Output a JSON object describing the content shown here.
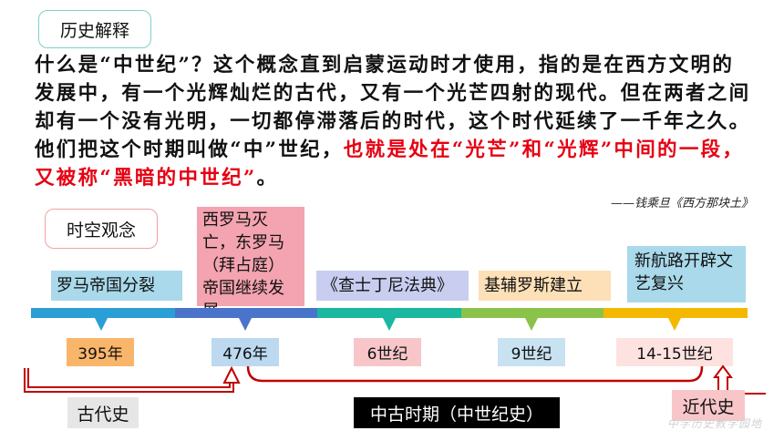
{
  "section_tags": {
    "history": "历史解释",
    "spacetime": "时空观念"
  },
  "paragraph": {
    "normal": "什么是“中世纪”？这个概念直到启蒙运动时才使用，指的是在西方文明的发展中，有一个光辉灿烂的古代，又有一个光芒四射的现代。但在两者之间却有一个没有光明，一切都停滞落后的时代，这个时代延续了一千年之久。他们把这个时期叫做“中”世纪，",
    "highlight": "也就是处在“光芒”和“光辉”中间的一段，又被称“黑暗的中世纪”",
    "ending": "。"
  },
  "quote": "——钱乘旦《西方那块土》",
  "events": [
    {
      "text": "罗马帝国分裂",
      "color": "#a9d9ea"
    },
    {
      "text": "西罗马灭亡，东罗马（拜占庭）帝国继续发展",
      "color": "#f4a3b0"
    },
    {
      "text": "《查士丁尼法典》",
      "color": "#c9cef0"
    },
    {
      "text": "基辅罗斯建立",
      "color": "#fde0b8"
    },
    {
      "text": "新航路开辟文艺复兴",
      "color": "#a9d9ea"
    }
  ],
  "years": [
    {
      "text": "395年",
      "color": "#f9b66b"
    },
    {
      "text": "476年",
      "color": "#bcd9ef"
    },
    {
      "text": "6世纪",
      "color": "#f8c6c9"
    },
    {
      "text": "9世纪",
      "color": "#c8e2f2"
    },
    {
      "text": "14-15世纪",
      "color": "#fde2e0"
    }
  ],
  "timeline_colors": [
    "#2a9fd6",
    "#4a74c9",
    "#1ab8a0",
    "#8bc34a",
    "#f5b800"
  ],
  "periods": {
    "ancient": "古代史",
    "medieval": "中古时期（中世纪史）",
    "modern": "近代史"
  },
  "colors": {
    "red": "#e60012",
    "medieval_bg": "#000000",
    "modern_bg": "#f8c6c9",
    "ancient_bg": "#e6e6e6"
  },
  "watermark": "中学历史教学园地"
}
